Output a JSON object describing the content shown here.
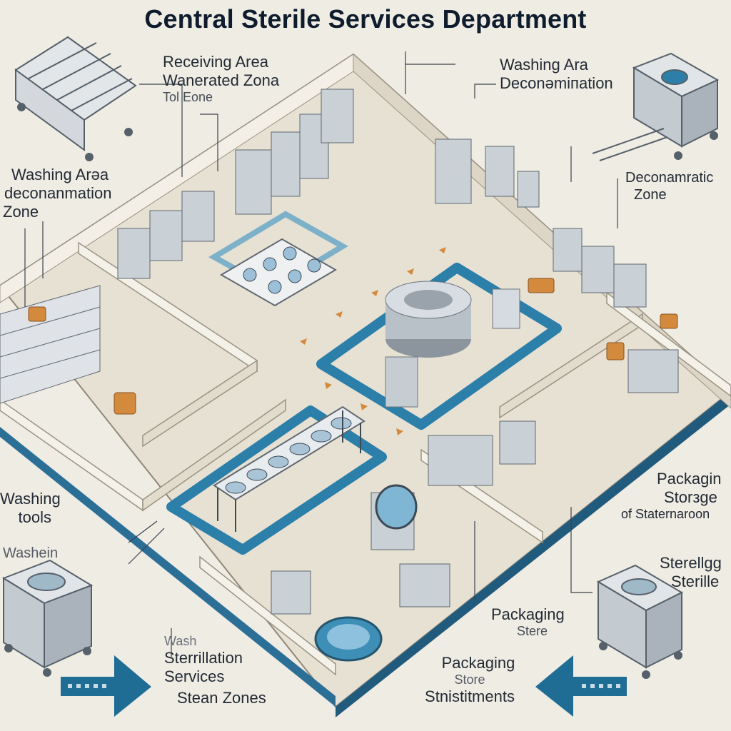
{
  "title": "Central Sterile Services Department",
  "labels": {
    "receiving": [
      "Receiving Area",
      "Wanerated Zona",
      "Tol Eone"
    ],
    "washing_top": [
      "Washing Ara",
      "Deconәmiпation"
    ],
    "washing_left": [
      "Washing Arəa",
      "deconanmation",
      "Zone"
    ],
    "decon_right": [
      "Deconamratic",
      "Zone"
    ],
    "washing_tools": [
      "Washing",
      "tools"
    ],
    "washing_small": "Washein",
    "packaging_right": [
      "Packagin",
      "Storзge",
      "of Staternaroon"
    ],
    "sterile_right": [
      "Sterellgg",
      "Sterille"
    ],
    "packaging_mid": [
      "Packaging",
      "Stere"
    ],
    "sterilization_bottom": [
      "Wash",
      "Sterrillation",
      "Services",
      "Stean Zones"
    ],
    "packaging_bottom": [
      "Packaging",
      "Store",
      "Stnistitments"
    ]
  },
  "colors": {
    "accent_blue": "#2b7fa8",
    "floor": "#e7e1d3",
    "wall": "#f3efe6",
    "wall_shadow": "#c9c2b2",
    "equipment": "#b9c1c8",
    "copper": "#d48a3c"
  }
}
